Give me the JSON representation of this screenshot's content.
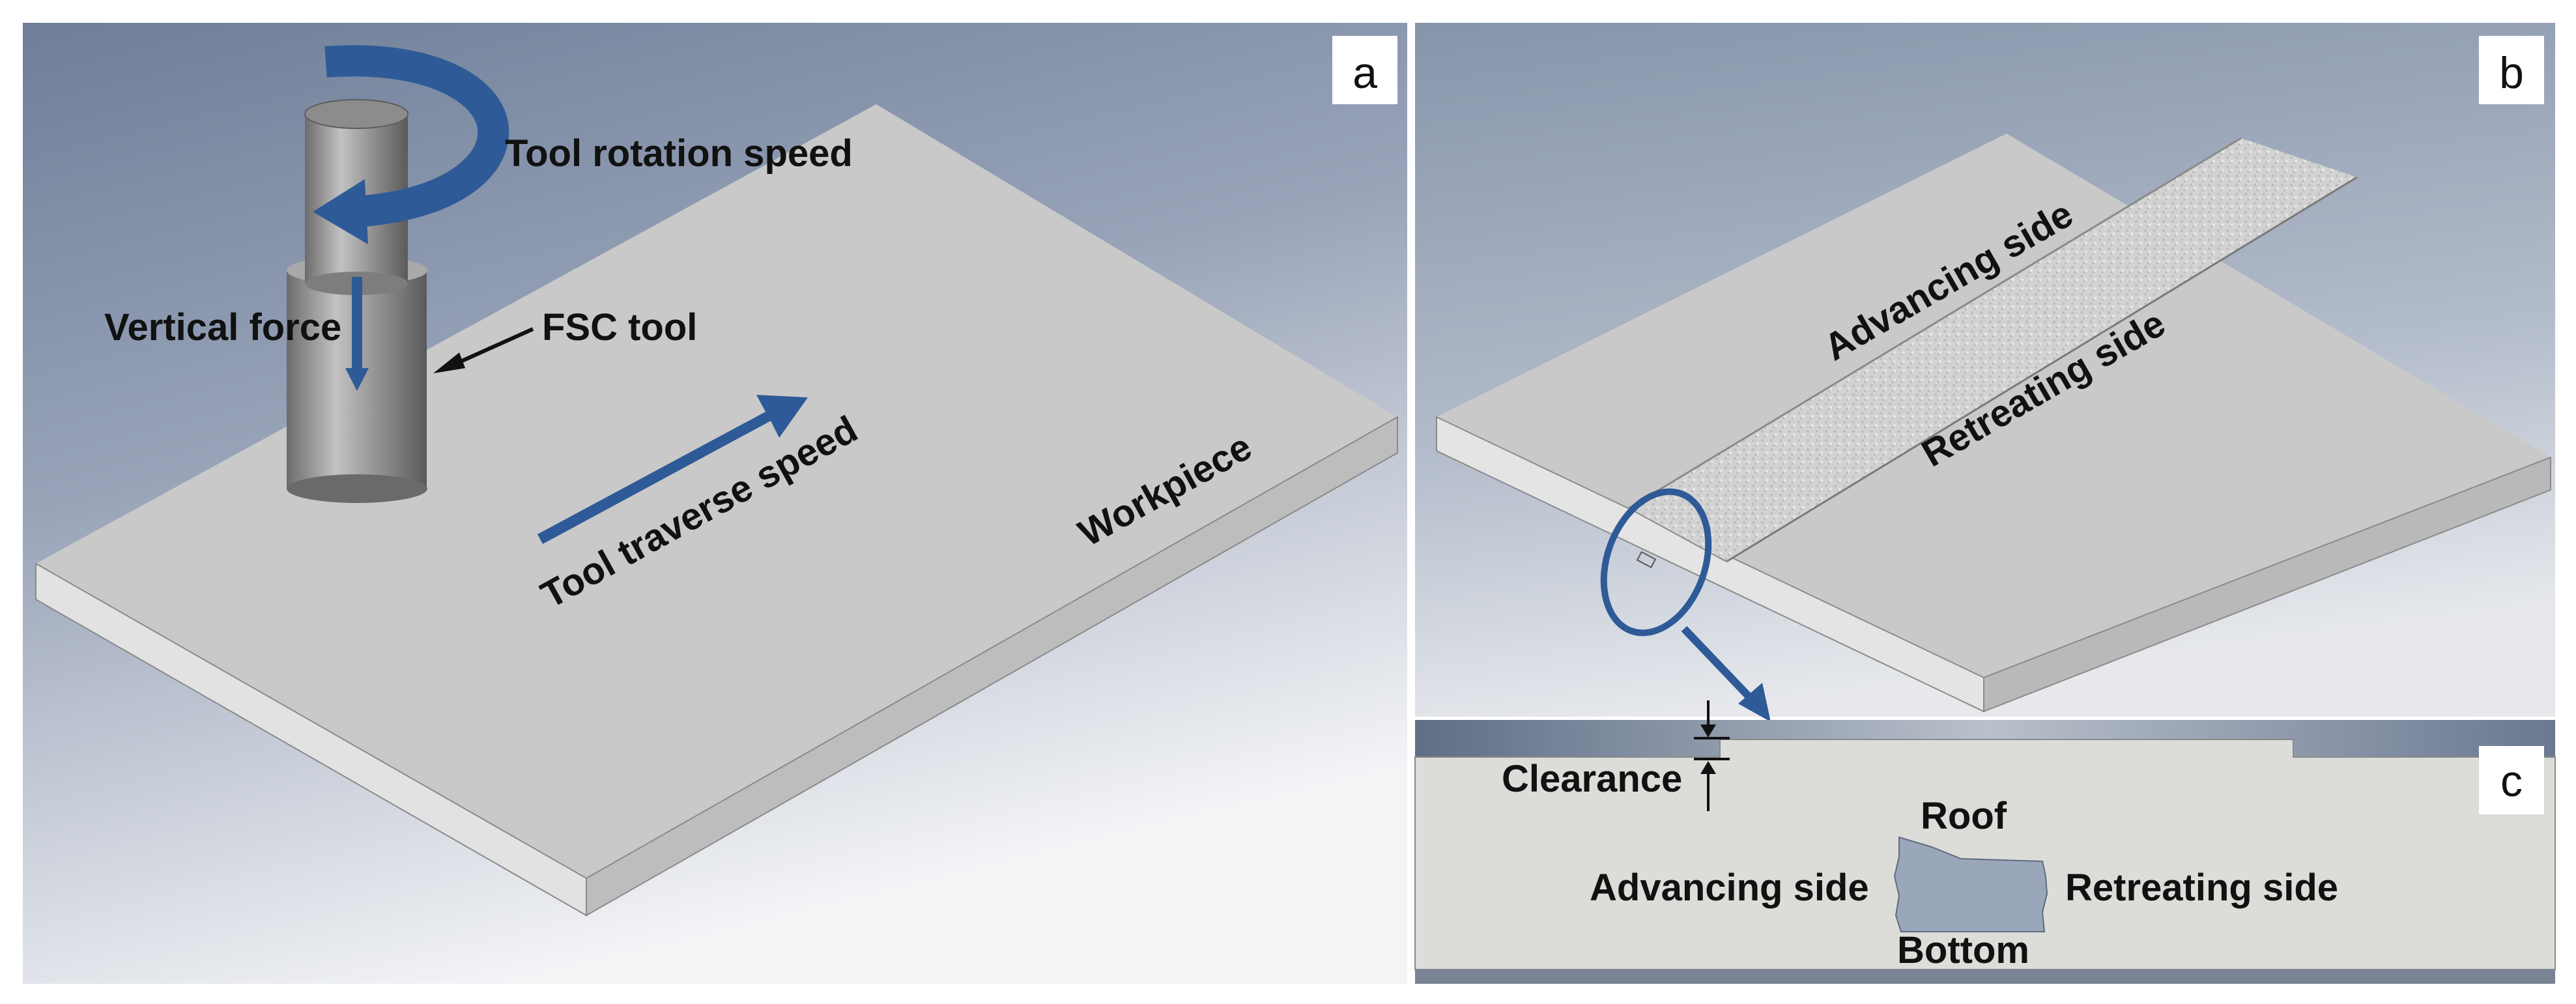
{
  "panels": {
    "a": {
      "letter": "a",
      "labels": {
        "rotation": "Tool rotation speed",
        "vertical": "Vertical force",
        "tool": "FSC tool",
        "traverse": "Tool traverse speed",
        "workpiece": "Workpiece"
      }
    },
    "b": {
      "letter": "b",
      "labels": {
        "advancing": "Advancing side",
        "retreating": "Retreating side"
      }
    },
    "c": {
      "letter": "c",
      "labels": {
        "clearance": "Clearance",
        "roof": "Roof",
        "advancing": "Advancing side",
        "retreating": "Retreating side",
        "bottom": "Bottom"
      }
    }
  },
  "colors": {
    "arrow_blue": "#2e5a97",
    "plate_top": "#c9c9c9",
    "plate_side": "#e4e4e4",
    "cavity": "#9aa6ba"
  }
}
